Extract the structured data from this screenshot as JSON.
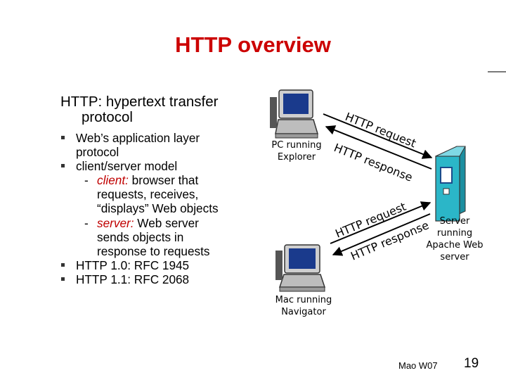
{
  "title": "HTTP overview",
  "intro": {
    "line1": "HTTP: hypertext transfer",
    "line2": "protocol"
  },
  "bullets": {
    "b1_line1": "Web’s application layer",
    "b1_line2": "protocol",
    "b2": "client/server model",
    "client_term": "client:",
    "client_line1": " browser that",
    "client_line2": "requests, receives,",
    "client_line3": "“displays” Web objects",
    "server_term": "server:",
    "server_line1": " Web server",
    "server_line2": "sends objects in",
    "server_line3": "response to requests",
    "b3": "HTTP 1.0: RFC 1945",
    "b4": "HTTP 1.1: RFC 2068",
    "dash": "-"
  },
  "diagram": {
    "pc_label_line1": "PC running",
    "pc_label_line2": "Explorer",
    "mac_label_line1": "Mac running",
    "mac_label_line2": "Navigator",
    "server_label_line1": "Server",
    "server_label_line2": "running",
    "server_label_line3": "Apache Web",
    "server_label_line4": "server",
    "pc_request_label": "HTTP request",
    "pc_response_label": "HTTP response",
    "mac_request_label": "HTTP request",
    "mac_response_label": "HTTP response"
  },
  "footer": {
    "author": "Mao W07",
    "page": "19"
  },
  "colors": {
    "title": "#cc0000",
    "emphasis": "#c00000",
    "monitor_screen": "#1a3a8c",
    "server_body": "#2bb6c8"
  }
}
